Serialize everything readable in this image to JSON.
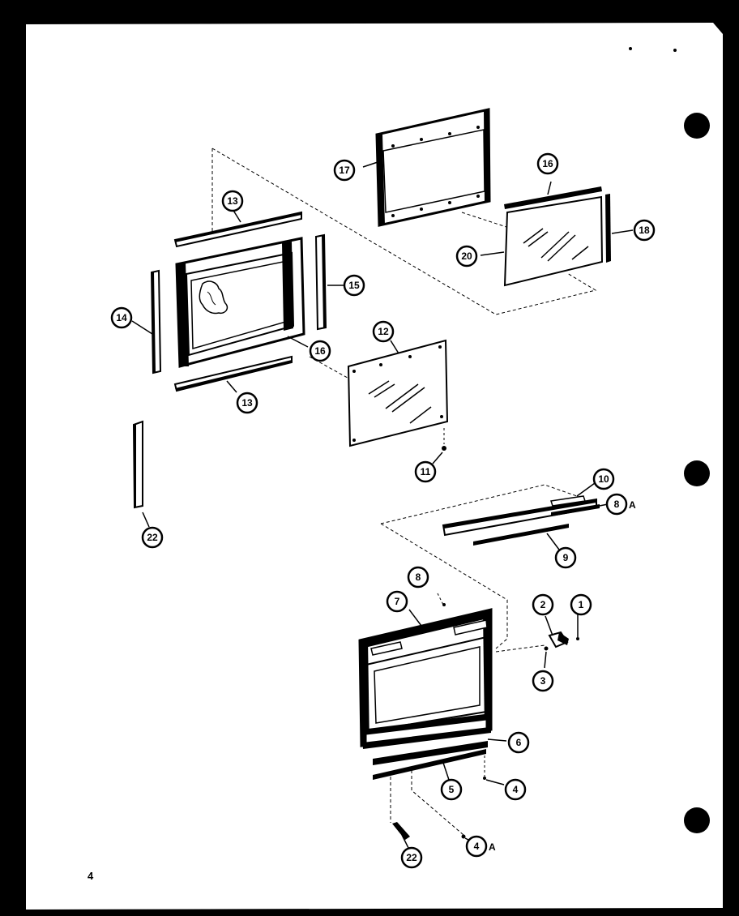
{
  "diagram": {
    "page_number": "4",
    "ink_color": "#000000",
    "paper_color": "#ffffff",
    "background_color": "#000000",
    "parts": [
      {
        "id": "p1",
        "label": "1"
      },
      {
        "id": "p2",
        "label": "2"
      },
      {
        "id": "p3",
        "label": "3"
      },
      {
        "id": "p4",
        "label": "4"
      },
      {
        "id": "p4A",
        "label": "4",
        "suffix": "A"
      },
      {
        "id": "p5",
        "label": "5"
      },
      {
        "id": "p6",
        "label": "6"
      },
      {
        "id": "p7",
        "label": "7"
      },
      {
        "id": "p8",
        "label": "8"
      },
      {
        "id": "p8A",
        "label": "8",
        "suffix": "A"
      },
      {
        "id": "p9",
        "label": "9"
      },
      {
        "id": "p10",
        "label": "10"
      },
      {
        "id": "p11",
        "label": "11"
      },
      {
        "id": "p12",
        "label": "12"
      },
      {
        "id": "p13a",
        "label": "13"
      },
      {
        "id": "p13b",
        "label": "13"
      },
      {
        "id": "p14",
        "label": "14"
      },
      {
        "id": "p15",
        "label": "15"
      },
      {
        "id": "p16a",
        "label": "16"
      },
      {
        "id": "p16b",
        "label": "16"
      },
      {
        "id": "p18",
        "label": "18"
      },
      {
        "id": "p17",
        "label": "17"
      },
      {
        "id": "p20",
        "label": "20"
      },
      {
        "id": "p22a",
        "label": "22"
      },
      {
        "id": "p22b",
        "label": "22"
      }
    ]
  }
}
